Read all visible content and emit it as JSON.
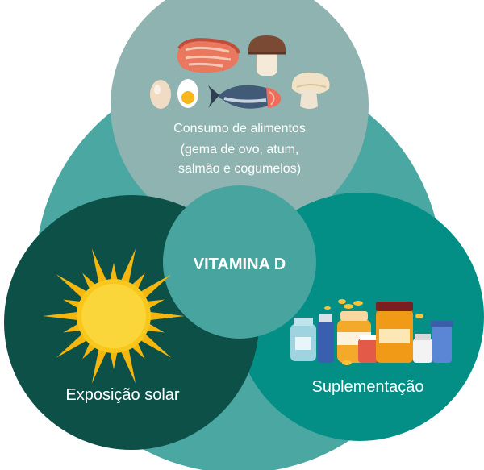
{
  "center": {
    "label": "VITAMINA D"
  },
  "top": {
    "line1": "Consumo de alimentos",
    "line2": "(gema de ovo, atum,",
    "line3": "salmão e cogumelos)",
    "icons": [
      "salmon-steak-icon",
      "mushroom-icon",
      "egg-icon",
      "egg-half-icon",
      "tuna-fish-icon",
      "mushroom-icon"
    ]
  },
  "left": {
    "label": "Exposição solar",
    "icon": "sun-icon"
  },
  "right": {
    "label": "Suplementação",
    "icon": "supplement-bottles-icon"
  },
  "colors": {
    "big_circle": "#4aa7a2",
    "top_circle": "#8fb3b0",
    "left_circle": "#0c5047",
    "right_circle": "#038e86",
    "center_circle": "#47a49e",
    "sun": "#f9c71b",
    "text": "#ffffff"
  }
}
